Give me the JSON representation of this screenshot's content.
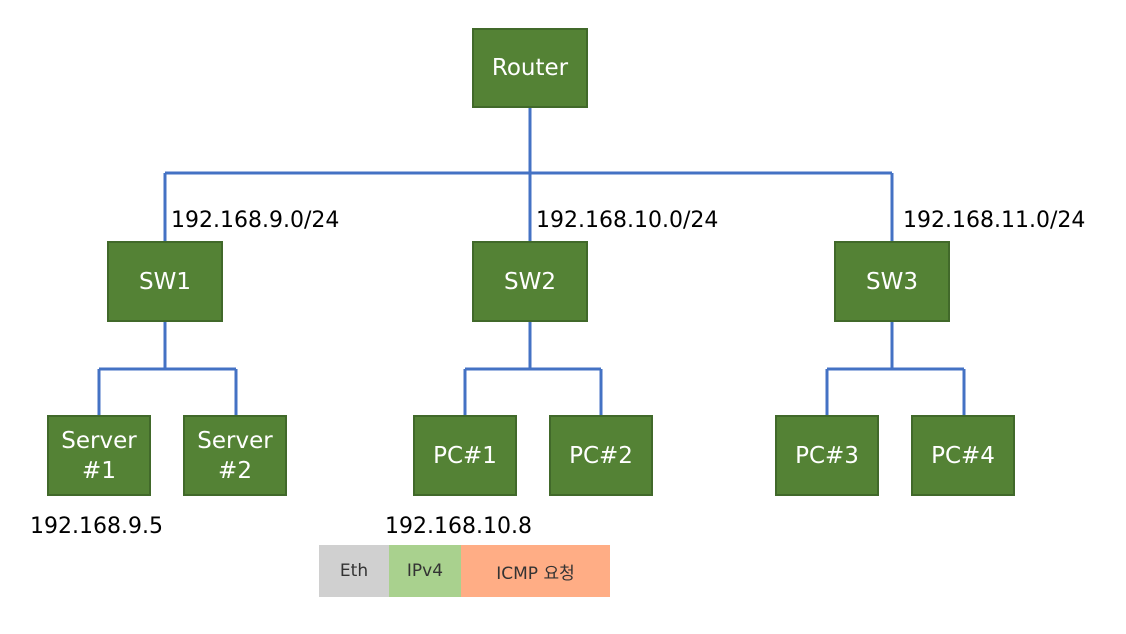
{
  "colors": {
    "node_fill": "#548235",
    "node_border": "#41692a",
    "link": "#4472c4",
    "eth": "#d0d0d0",
    "ipv4": "#a9d18e",
    "icmp": "#ffad85"
  },
  "nodes": {
    "router": "Router",
    "sw1": "SW1",
    "sw2": "SW2",
    "sw3": "SW3",
    "server1": "Server\n#1",
    "server2": "Server\n#2",
    "pc1": "PC#1",
    "pc2": "PC#2",
    "pc3": "PC#3",
    "pc4": "PC#4"
  },
  "subnets": {
    "sw1": "192.168.9.0/24",
    "sw2": "192.168.10.0/24",
    "sw3": "192.168.11.0/24"
  },
  "addresses": {
    "server1": "192.168.9.5",
    "pc1": "192.168.10.8"
  },
  "packet": {
    "eth": "Eth",
    "ipv4": "IPv4",
    "icmp": "ICMP 요청"
  }
}
